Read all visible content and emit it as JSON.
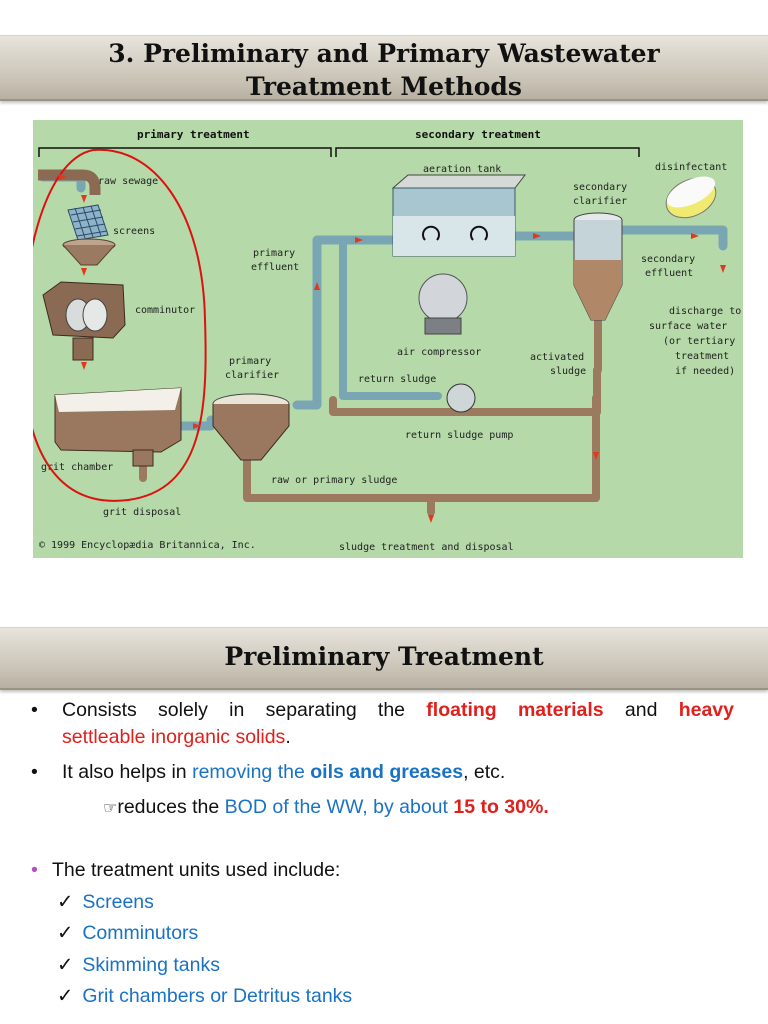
{
  "title": {
    "line1": "3. Preliminary and Primary Wastewater",
    "line2": "Treatment Methods"
  },
  "diagram": {
    "primary_treatment": "primary treatment",
    "secondary_treatment": "secondary treatment",
    "raw_sewage": "raw sewage",
    "screens": "screens",
    "comminutor": "comminutor",
    "grit_chamber": "grit chamber",
    "grit_disposal": "grit disposal",
    "primary_effluent_1": "primary",
    "primary_effluent_2": "effluent",
    "primary_clarifier_1": "primary",
    "primary_clarifier_2": "clarifier",
    "aeration_tank": "aeration tank",
    "air_compressor": "air compressor",
    "return_sludge": "return sludge",
    "return_sludge_pump": "return sludge pump",
    "activated_sludge_1": "activated",
    "activated_sludge_2": "sludge",
    "secondary_clarifier_1": "secondary",
    "secondary_clarifier_2": "clarifier",
    "disinfectant": "disinfectant",
    "secondary_effluent_1": "secondary",
    "secondary_effluent_2": "effluent",
    "discharge_1": "discharge to",
    "discharge_2": "surface water",
    "discharge_3": "(or tertiary",
    "discharge_4": "treatment",
    "discharge_5": "if needed)",
    "raw_primary_sludge": "raw or primary sludge",
    "sludge_treatment": "sludge treatment and disposal",
    "copyright": "© 1999 Encyclopædia Britannica, Inc.",
    "colors": {
      "background": "#b5d9a8",
      "pipe": "#7aa6b4",
      "sludge": "#8a6a52",
      "arrow": "#e03a1e",
      "annotation": "#dd1111"
    }
  },
  "section": {
    "title": "Preliminary Treatment"
  },
  "bullets": {
    "b1_part1": "Consists solely in separating the",
    "b1_floating": "floating materials",
    "b1_and": "and",
    "b1_heavy": "heavy",
    "b1_settleable": "settleable inorganic solids",
    "b1_end": ".",
    "b2_part1": "It also helps in",
    "b2_removing": "removing the",
    "b2_oils": "oils and greases",
    "b2_end": ", etc.",
    "b3_icon": "☞",
    "b3_part1": "reduces the",
    "b3_bod": "BOD of the WW, by about",
    "b3_percent": "15 to 30%.",
    "b4": "The treatment units used include:"
  },
  "units": [
    "Screens",
    "Comminutors",
    "Skimming tanks",
    "Grit chambers or Detritus tanks"
  ]
}
